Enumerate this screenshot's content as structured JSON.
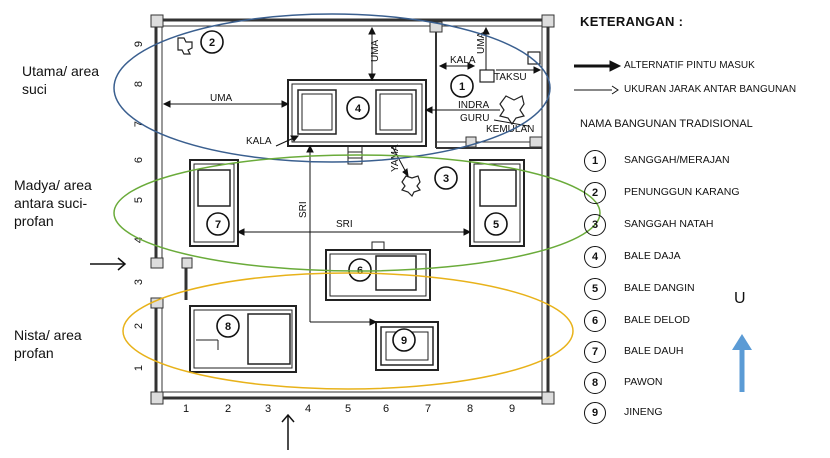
{
  "zones": [
    {
      "label_lines": [
        "Utama/ area",
        "suci"
      ],
      "color": "#3a5f8f"
    },
    {
      "label_lines": [
        "Madya/ area",
        "antara suci-",
        "profan"
      ],
      "color": "#6aab3a"
    },
    {
      "label_lines": [
        "Nista/ area",
        "profan"
      ],
      "color": "#e8b21a"
    }
  ],
  "grid": {
    "x_labels": [
      "1",
      "2",
      "3",
      "4",
      "5",
      "6",
      "7",
      "8",
      "9"
    ],
    "y_labels": [
      "9",
      "8",
      "7",
      "6",
      "5",
      "4",
      "3",
      "2",
      "1"
    ]
  },
  "plan_labels": {
    "uma_left": "UMA",
    "uma_top": "UMA",
    "kala_top": "KALA",
    "uma_right": "UMA",
    "taksu": "TAKSU",
    "indra_guru_1": "INDRA",
    "indra_guru_2": "GURU",
    "kemulan": "KEMULAN",
    "kala_mid": "KALA",
    "yama": "YAMA",
    "sri_vertical": "SRI",
    "sri_horizontal": "SRI"
  },
  "building_numbers": [
    "1",
    "2",
    "3",
    "4",
    "5",
    "6",
    "7",
    "8",
    "9"
  ],
  "legend": {
    "title": "KETERANGAN :",
    "arrow_bold": "ALTERNATIF PINTU MASUK",
    "arrow_thin": "UKURAN JARAK ANTAR BANGUNAN",
    "subtitle": "NAMA BANGUNAN TRADISIONAL",
    "items": [
      {
        "num": "1",
        "name": "SANGGAH/MERAJAN"
      },
      {
        "num": "2",
        "name": "PENUNGGUN KARANG"
      },
      {
        "num": "3",
        "name": "SANGGAH NATAH"
      },
      {
        "num": "4",
        "name": "BALE DAJA"
      },
      {
        "num": "5",
        "name": "BALE DANGIN"
      },
      {
        "num": "6",
        "name": "BALE DELOD"
      },
      {
        "num": "7",
        "name": "BALE DAUH"
      },
      {
        "num": "8",
        "name": "PAWON"
      },
      {
        "num": "9",
        "name": "JINENG"
      }
    ]
  },
  "north_label": "U",
  "colors": {
    "north_arrow": "#5b9bd5",
    "line": "#111111",
    "wall": "#444444"
  }
}
